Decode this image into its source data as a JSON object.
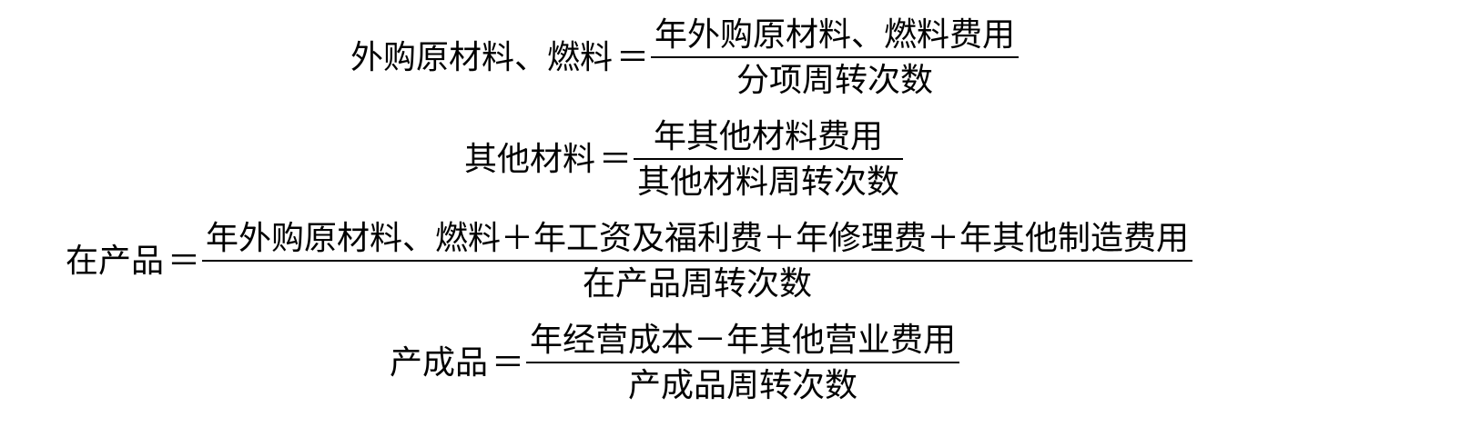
{
  "formulas": [
    {
      "lhs": "外购原材料、燃料",
      "eq": "＝",
      "numerator": "年外购原材料、燃料费用",
      "denominator": "分项周转次数"
    },
    {
      "lhs": "其他材料",
      "eq": "＝",
      "numerator": "年其他材料费用",
      "denominator": "其他材料周转次数"
    },
    {
      "lhs": "在产品",
      "eq": "＝",
      "numerator": "年外购原材料、燃料＋年工资及福利费＋年修理费＋年其他制造费用",
      "denominator": "在产品周转次数"
    },
    {
      "lhs": "产成品",
      "eq": "＝",
      "numerator": "年经营成本－年其他营业费用",
      "denominator": "产成品周转次数"
    }
  ]
}
